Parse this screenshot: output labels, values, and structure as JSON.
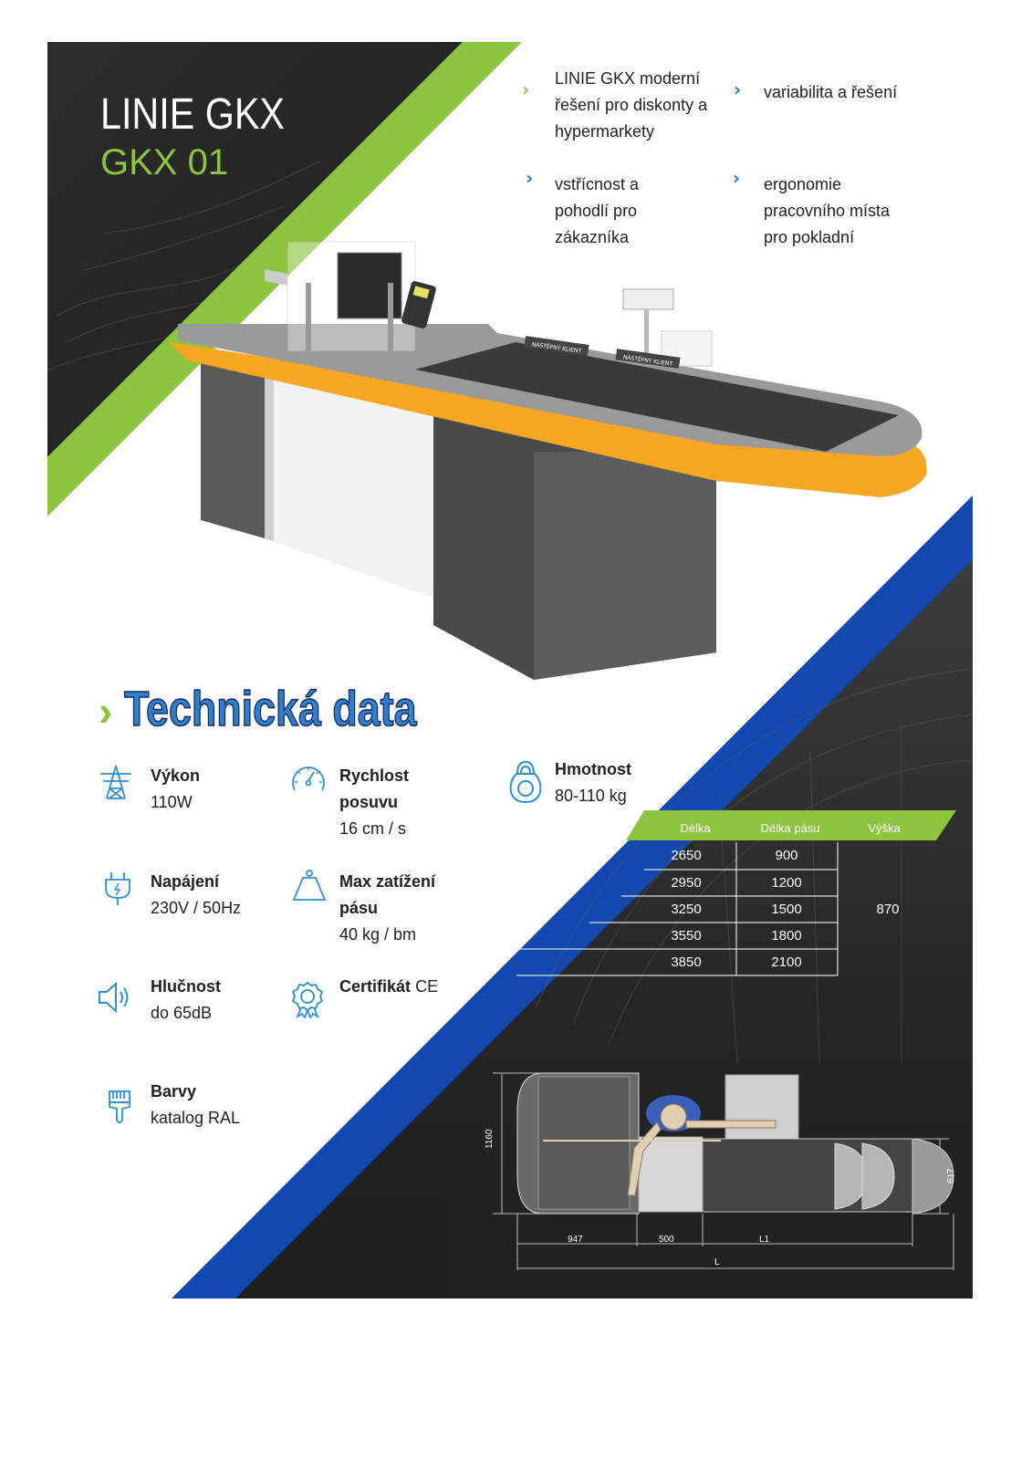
{
  "header": {
    "title": "LINIE GKX",
    "subtitle": "GKX 01"
  },
  "features": [
    {
      "lines": [
        "LINIE GKX moderní",
        "řešení pro diskonty a",
        "hypermarkety"
      ]
    },
    {
      "lines": [
        "variabilita a řešení"
      ]
    },
    {
      "lines": [
        "vstřícnost a",
        "pohodlí pro",
        "zákazníka"
      ]
    },
    {
      "lines": [
        "ergonomie",
        "pracovního místa",
        "pro pokladní"
      ]
    }
  ],
  "counter_signs": [
    "NÁSTĚPNÝ KLIENT",
    "NÁSTĚPNÝ KLIENT"
  ],
  "tech": {
    "chevron": "›",
    "title": "Technická data"
  },
  "specs": {
    "power": {
      "label": "Výkon",
      "value": "110W"
    },
    "speed": {
      "label_lines": [
        "Rychlost",
        "posuvu"
      ],
      "value": "16 cm / s"
    },
    "weight": {
      "label": "Hmotnost",
      "value": "80-110 kg"
    },
    "supply": {
      "label": "Napájení",
      "value": "230V / 50Hz"
    },
    "load": {
      "label_lines": [
        "Max zatížení",
        "pásu"
      ],
      "value": "40 kg / bm"
    },
    "noise": {
      "label": "Hlučnost",
      "value": "do 65dB"
    },
    "cert": {
      "label": "Certifikát",
      "value": "CE"
    },
    "colors": {
      "label": "Barvy",
      "value": "katalog RAL"
    }
  },
  "table": {
    "headers": [
      "Délka",
      "Délka pásu",
      "Výška"
    ],
    "rows": [
      [
        "2650",
        "900"
      ],
      [
        "2950",
        "1200"
      ],
      [
        "3250",
        "1500"
      ],
      [
        "3550",
        "1800"
      ],
      [
        "3850",
        "2100"
      ]
    ],
    "height_value": "870"
  },
  "plan": {
    "height": "1160",
    "depth": "617",
    "seg1": "947",
    "seg2": "500",
    "seg3": "L1",
    "total": "L"
  },
  "colors": {
    "green": "#8bc53f",
    "blue": "#1a5cc0",
    "dark": "#2a2a2a",
    "orange": "#f5a623"
  }
}
